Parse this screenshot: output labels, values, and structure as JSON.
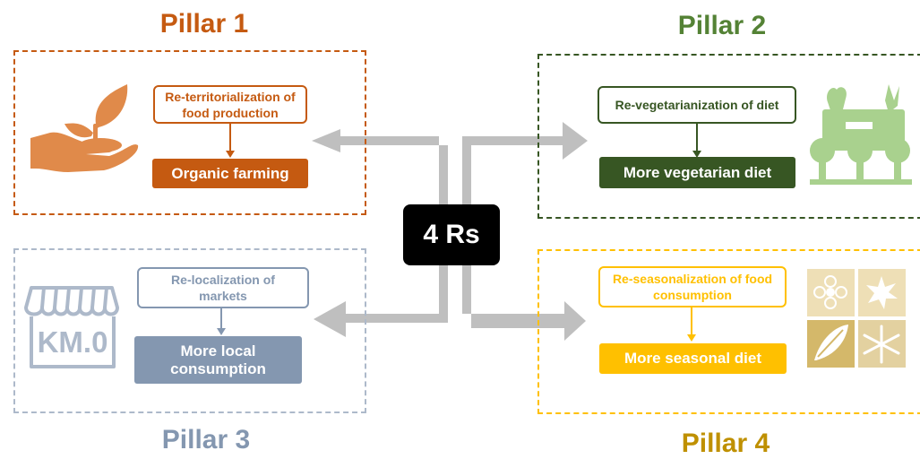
{
  "center": {
    "label": "4 Rs"
  },
  "pillars": [
    {
      "title": "Pillar 1",
      "principle": "Re-territorialization of food production",
      "outcome": "Organic farming",
      "icon": "hand-sprout-icon",
      "color": "#C55A11"
    },
    {
      "title": "Pillar 2",
      "principle": "Re-vegetarianization of diet",
      "outcome": "More vegetarian diet",
      "icon": "vegetable-crate-icon",
      "color": "#375623"
    },
    {
      "title": "Pillar 3",
      "principle": "Re-localization of markets",
      "outcome": "More local consumption",
      "icon": "km0-shop-icon",
      "icon_text": "KM.0",
      "color": "#8497B0"
    },
    {
      "title": "Pillar 4",
      "principle": "Re-seasonalization of food consumption",
      "outcome": "More seasonal diet",
      "icon": "four-seasons-icon",
      "color": "#FFC000"
    }
  ],
  "colors": {
    "pillar1_title": "#C55A11",
    "pillar2_title": "#548235",
    "pillar2_icon": "#A9D18E",
    "pillar3_title": "#8497B0",
    "pillar3_icon": "#ADB9CA",
    "pillar4_title": "#BF9000",
    "pillar4_icon": "#D9C38E",
    "arrow": "#BFBFBF"
  }
}
